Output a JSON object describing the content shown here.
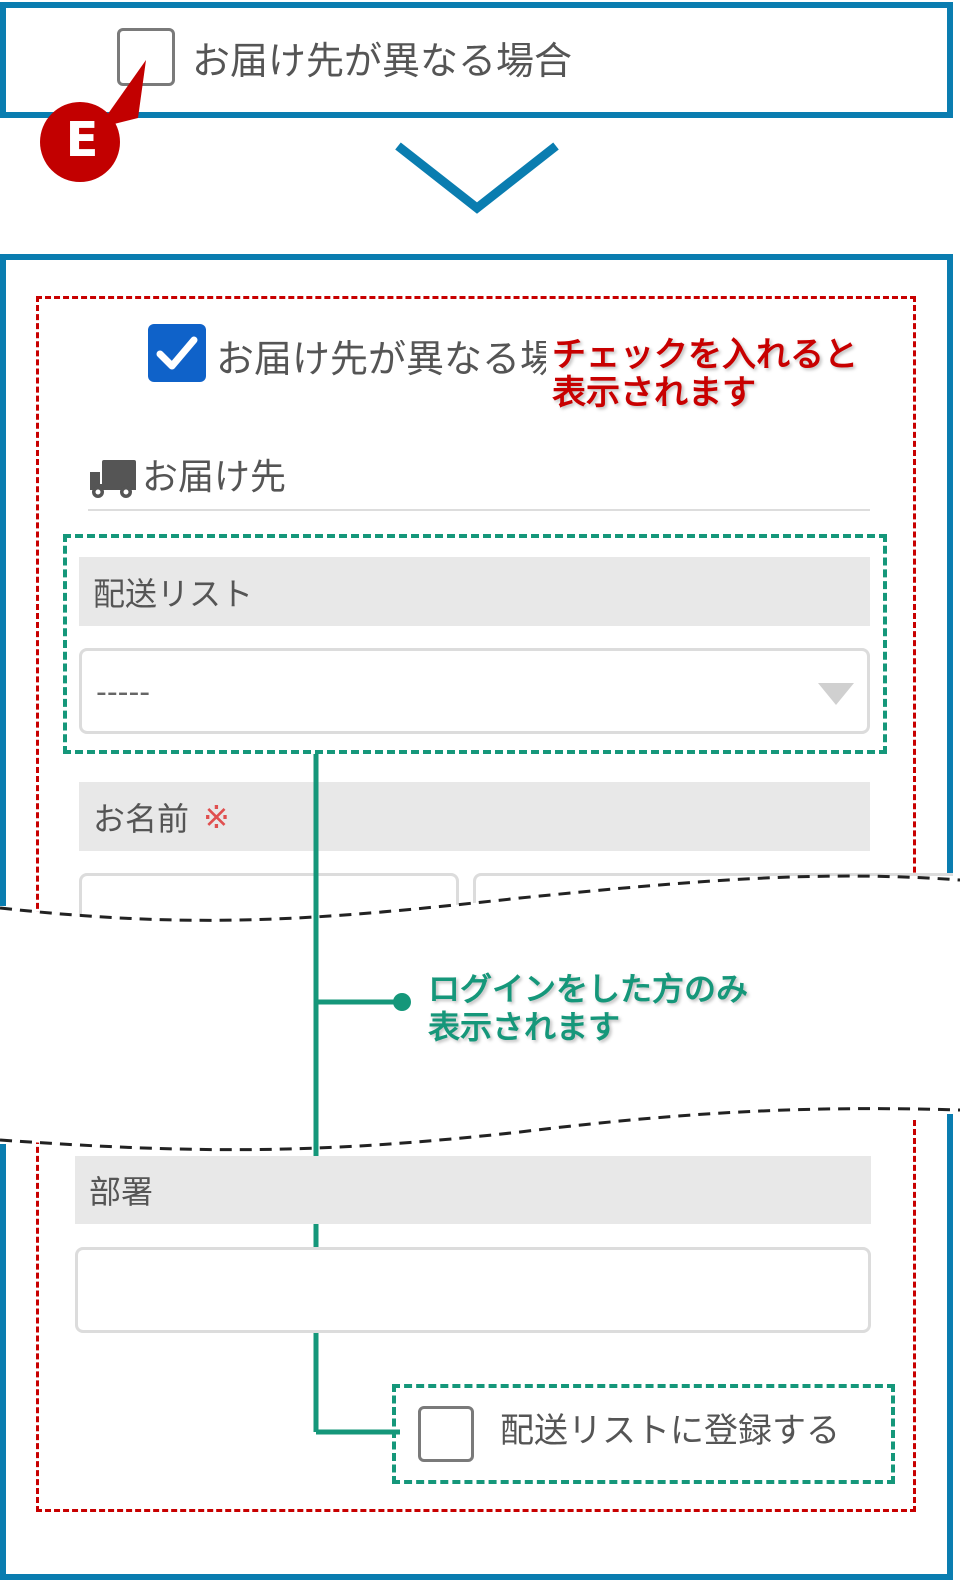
{
  "top": {
    "checkbox_label": "お届け先が異なる場合",
    "marker": "E"
  },
  "form": {
    "checkbox_label": "お届け先が異なる場合",
    "checked": true,
    "section_title": "お届け先",
    "delivery_list": {
      "label": "配送リスト",
      "select_value": "-----"
    },
    "name": {
      "label": "お名前",
      "required_mark": "※"
    },
    "department": {
      "label": "部署",
      "value": ""
    },
    "register_checkbox_label": "配送リストに登録する"
  },
  "annotations": {
    "checked_note_line1": "チェックを入れると",
    "checked_note_line2": "表示されます",
    "login_note_line1": "ログインをした方のみ",
    "login_note_line2": "表示されます"
  },
  "colors": {
    "frame_blue": "#0a7db0",
    "checkbox_blue": "#0f62c9",
    "red_note": "#c80000",
    "green_note": "#15977a",
    "required_red": "#e05050"
  },
  "icons": {
    "marker": "pin-marker-icon",
    "arrow": "chevron-down-icon",
    "truck": "truck-icon",
    "select_caret": "caret-down-icon"
  }
}
